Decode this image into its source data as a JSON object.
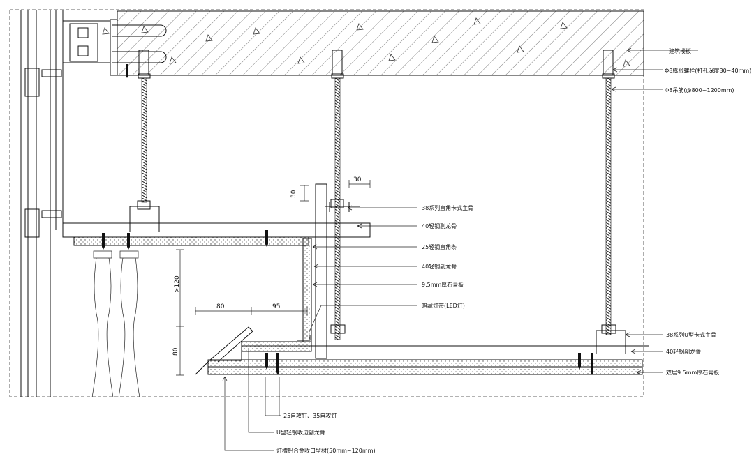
{
  "labels": {
    "slab": "建筑楼板",
    "anchor_bolt": "Φ8膨胀螺栓(打孔深度30~40mm)",
    "hanger_rod": "Φ8吊筋(@800~1200mm)",
    "main_keel_38_angle": "38系列直角卡式主骨",
    "aux_keel_40_a": "40轻钢副龙骨",
    "angle_strip_25": "25轻钢直角条",
    "aux_keel_40_b": "40轻钢副龙骨",
    "gypsum_board": "9.5mm厚石膏板",
    "hidden_light": "暗藏灯带(LED灯)",
    "main_keel_38_u": "38系列U型卡式主骨",
    "aux_keel_40_c": "40轻钢副龙骨",
    "double_gypsum": "双层9.5mm厚石膏板",
    "screws": "25自攻钉、35自攻钉",
    "u_keel_edge": "U型轻钢收边副龙骨",
    "alu_profile": "灯槽铝合金收口型材(50mm~120mm)"
  },
  "dimensions": {
    "d30_vertical": "30",
    "d30_horizontal": "30",
    "d120": ">120",
    "d80_horizontal": "80",
    "d95": "95",
    "d80_vertical": "80"
  }
}
